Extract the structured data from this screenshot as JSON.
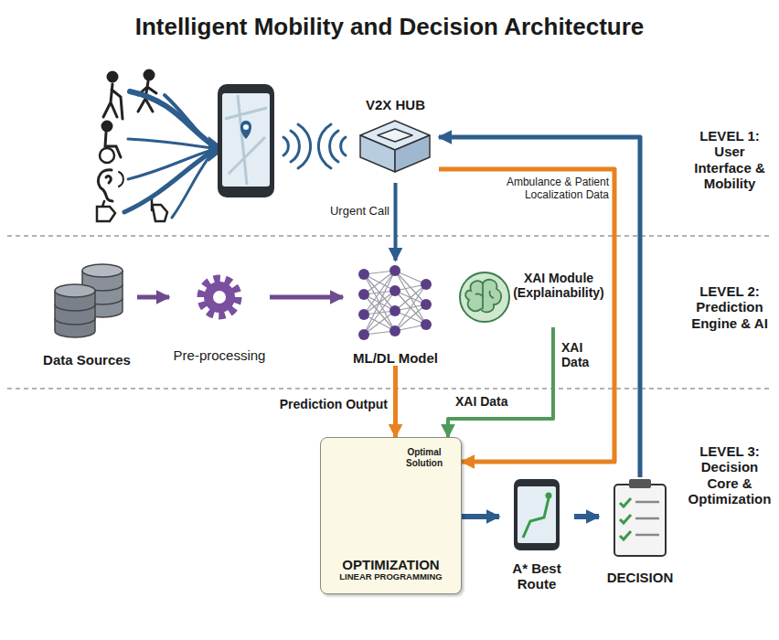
{
  "diagram": {
    "title": "Intelligent Mobility and Decision Architecture",
    "nodes": [
      {
        "text": [
          "V2X HUB"
        ]
      },
      {
        "text": [
          "Data Sources"
        ]
      },
      {
        "text": [
          "Pre-processing"
        ]
      },
      {
        "text": [
          "ML/DL Model"
        ]
      },
      {
        "text": [
          "XAI Module (Explainability)"
        ]
      },
      {
        "text": [
          "Optimal Solution",
          "OPTIMIZATION",
          "LINEAR PROGRAMMING"
        ]
      },
      {
        "text": [
          "A* Best Route"
        ]
      },
      {
        "text": [
          "DECISION"
        ]
      }
    ],
    "edges": [
      {
        "from": 1,
        "to": 2,
        "arrow": "to"
      },
      {
        "from": 2,
        "to": 3,
        "arrow": "to"
      },
      {
        "from": 0,
        "to": 3,
        "label": "Urgent Call",
        "arrow": "to"
      },
      {
        "from": 0,
        "to": 5,
        "label": "Ambulance & Patient Localization Data",
        "arrow": "to"
      },
      {
        "from": 3,
        "to": 5,
        "label": "Prediction Output",
        "arrow": "to"
      },
      {
        "from": 4,
        "to": 5,
        "label": "XAI Data",
        "arrow": "to"
      },
      {
        "from": 5,
        "to": 6,
        "arrow": "to"
      },
      {
        "from": 6,
        "to": 7,
        "arrow": "to"
      },
      {
        "from": 7,
        "to": 0,
        "arrow": "to"
      }
    ],
    "labels": [
      "LEVEL 1: User Interface & Mobility",
      "LEVEL 2: Prediction Engine & AI",
      "LEVEL 3: Decision Core & Optimization",
      "XAI Data"
    ]
  }
}
